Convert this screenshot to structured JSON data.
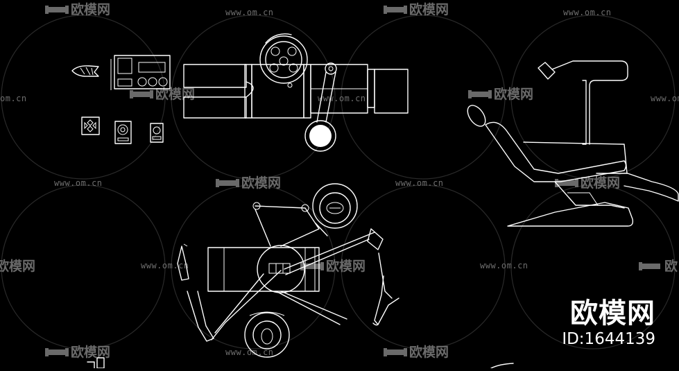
{
  "watermark": {
    "url": "www.om.cn",
    "url_partial": "om.cn",
    "brand": "欧模网",
    "brand_partial_left": "欧模网",
    "brand_partial_right": "欧"
  },
  "brand_stamp": {
    "title": "欧模网",
    "id_text": "ID:1644139"
  },
  "colors": {
    "background": "#000000",
    "linework": "#ffffff",
    "watermark": "#6e6e6e"
  },
  "icons": [
    "dental-chair-icon",
    "operating-lamp-icon",
    "instrument-tray-icon",
    "control-panel-icon",
    "sofa-logo-icon"
  ]
}
